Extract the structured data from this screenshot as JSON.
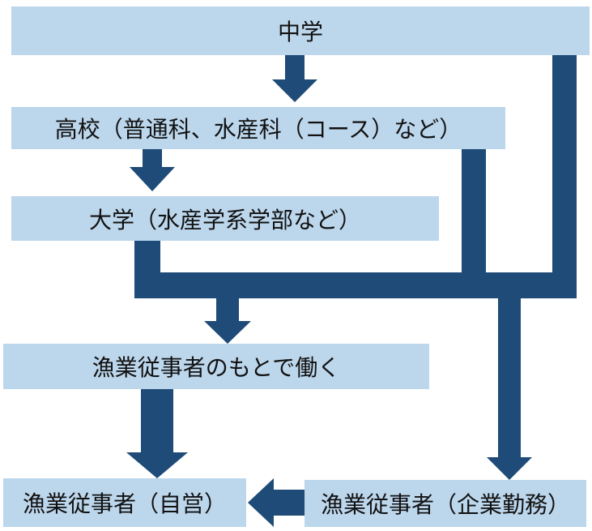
{
  "colors": {
    "box_fill": "#BCD6EC",
    "connector": "#1E4B77",
    "text": "#111111"
  },
  "nodes": {
    "junior_high": "中学",
    "high_school": "高校（普通科、水産科（コース）など）",
    "university": "大学（水産学系学部など）",
    "work_under_fisher": "漁業従事者のもとで働く",
    "fisher_self_employed": "漁業従事者（自営）",
    "fisher_company": "漁業従事者（企業勤務）"
  }
}
